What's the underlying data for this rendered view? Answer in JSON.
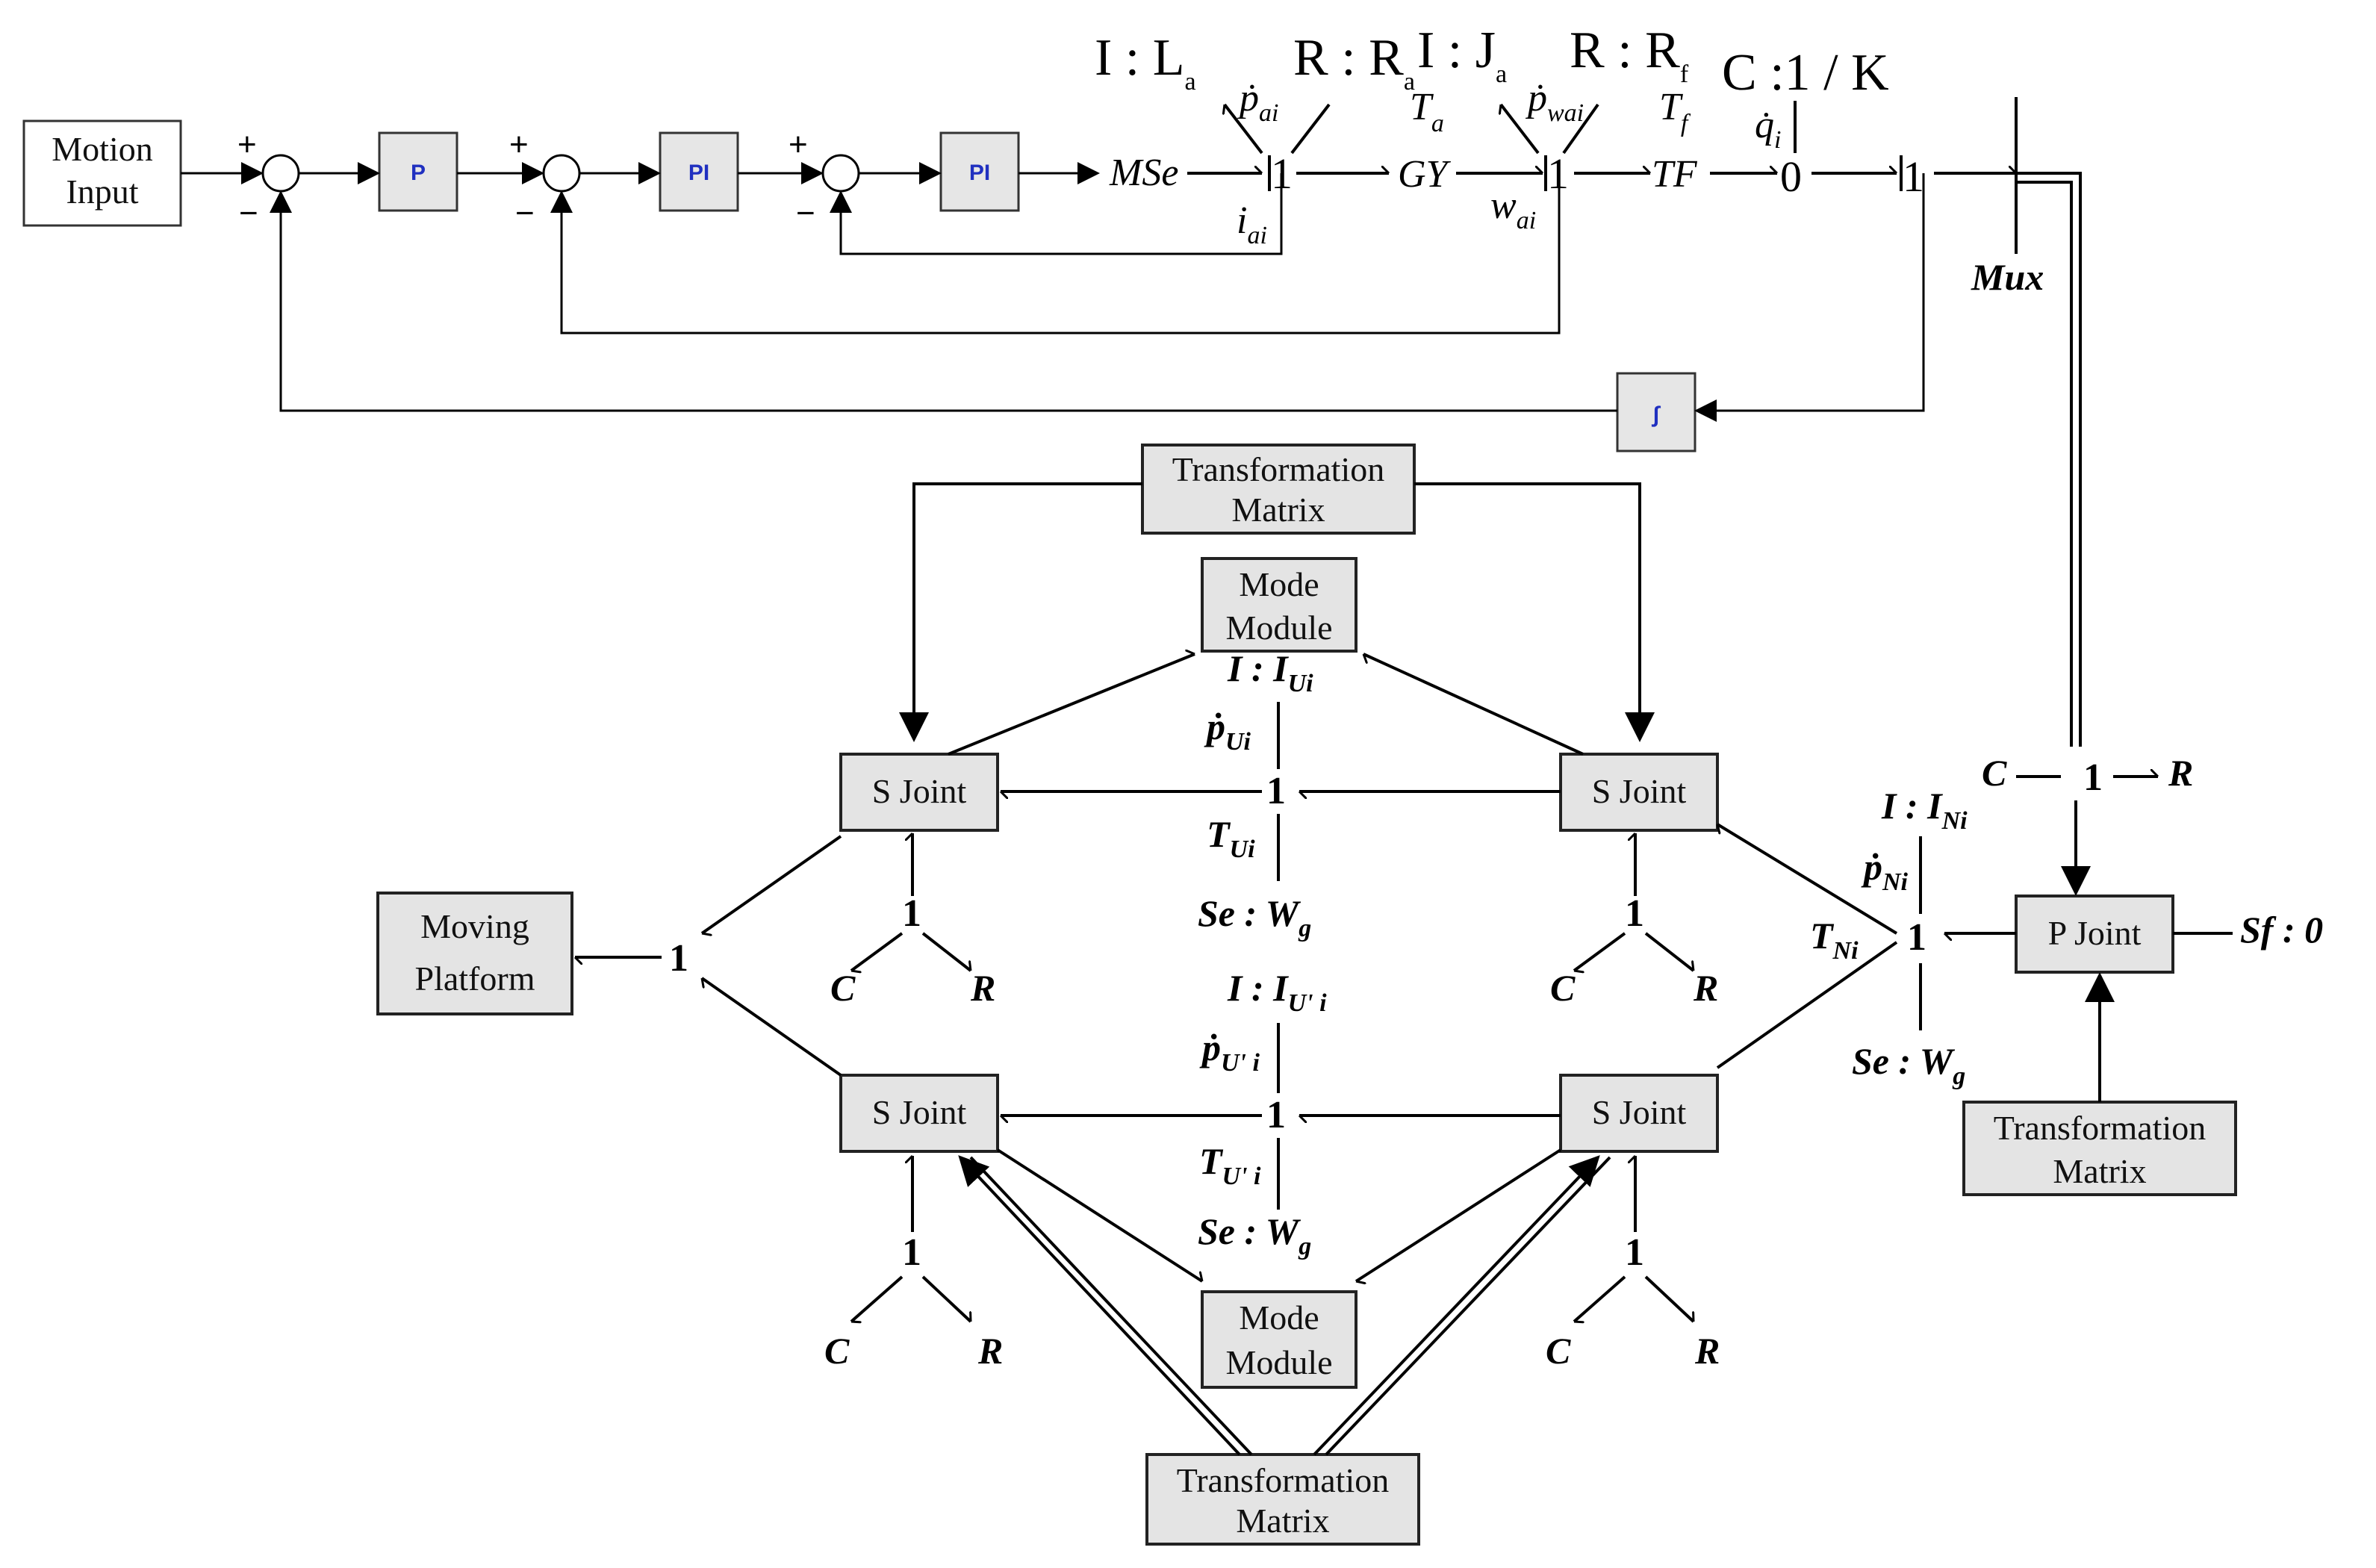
{
  "colors": {
    "box_fill": "#e4e4e4",
    "control_text": "#2030c0",
    "line": "#000000"
  },
  "control": {
    "motion_input": [
      "Motion",
      "Input"
    ],
    "p_block": "P",
    "pi_block_1": "PI",
    "pi_block_2": "PI",
    "integrator": "∫",
    "plus": "+",
    "minus": "−",
    "mse": "MSe",
    "mux": "Mux",
    "gy": "GY",
    "tf": "TF",
    "zero": "0",
    "one": "1",
    "i_la": "I : L",
    "r_ra": "R : R",
    "i_ja": "I : J",
    "r_rf": "R : R",
    "c_k": "C :1 / K",
    "pdot_ai": "ṗ",
    "pdot_wai": "ṗ",
    "i_ai": "i",
    "w_ai": "w",
    "t_a": "T",
    "t_f": "T",
    "qdot_i": "q̇",
    "sub_a": "a",
    "sub_f": "f",
    "sub_i": "i",
    "sub_ai": "ai",
    "sub_wai": "wai"
  },
  "blocks": {
    "transformation_matrix": [
      "Transformation",
      "Matrix"
    ],
    "transformation_matrix_bottom": [
      "Transformation",
      "Matrix"
    ],
    "transformation_matrix_right": [
      "Transformation",
      "Matrix"
    ],
    "mode_module": [
      "Mode",
      "Module"
    ],
    "s_joint": "S Joint",
    "p_joint": "P Joint",
    "moving_platform": [
      "Moving",
      "Platform"
    ]
  },
  "bond_labels": {
    "i_iui": "I : I",
    "sub_ui": "Ui",
    "p_ui": "ṗ",
    "t_ui": "T",
    "sup_ui": "Ui",
    "se_wg_ui": "Se : W",
    "sub_g": "g",
    "i_iu1": "I : I",
    "sub_u1": "U' i",
    "p_u1": "ṗ",
    "t_u1": "T",
    "se_wg_u1": "Se : W",
    "i_ini": "I : I",
    "sub_ni": "Ni",
    "p_ni": "ṗ",
    "t_ni": "T",
    "se_wg_ni": "Se : W",
    "c": "C",
    "r": "R",
    "sf0": "Sf  : 0"
  }
}
